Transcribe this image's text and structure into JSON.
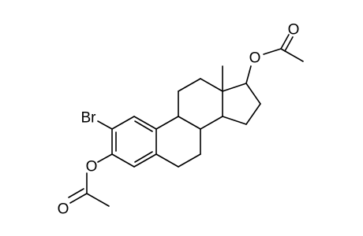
{
  "structure": {
    "atoms": {
      "bromine": "Br",
      "o_phenolic": "O",
      "o_acetate3_carbonyl": "O",
      "o_ester17": "O",
      "o_acetate17_carbonyl": "O",
      "methyl_label": ""
    }
  }
}
